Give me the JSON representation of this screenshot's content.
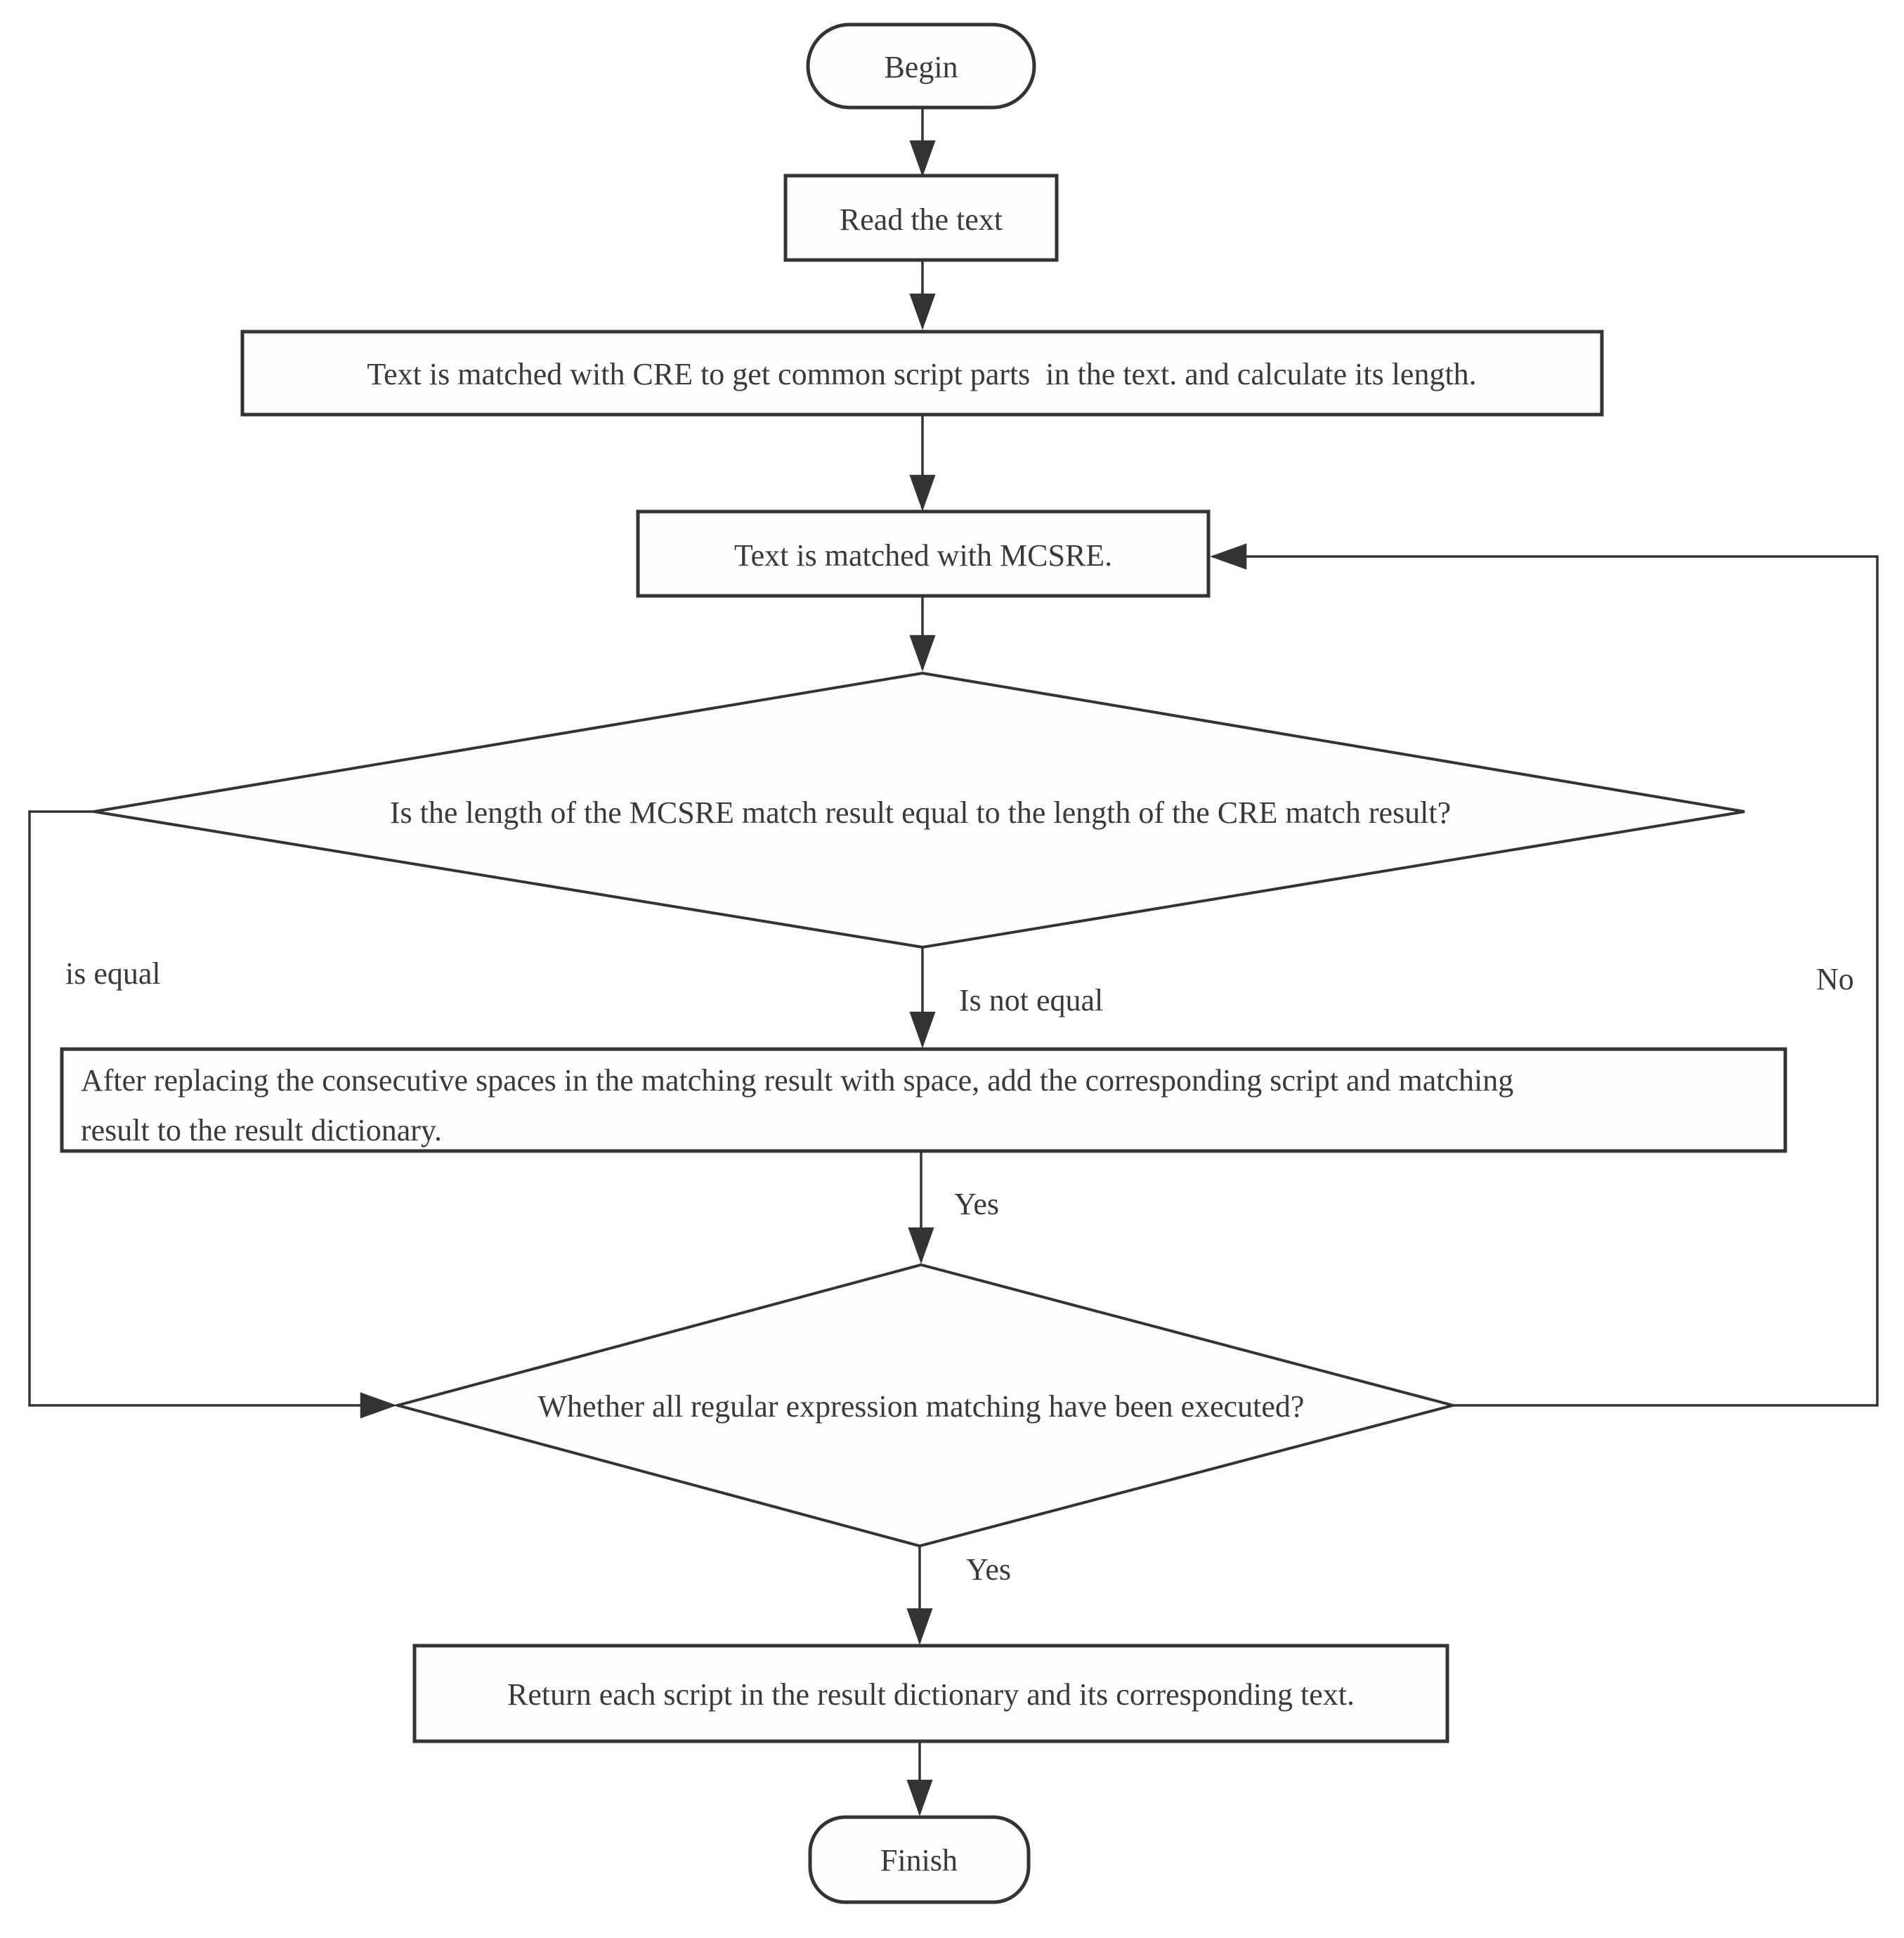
{
  "flowchart": {
    "colors": {
      "stroke": "#333333",
      "text": "#3a3a3a",
      "background": "#ffffff"
    },
    "nodes": {
      "begin": {
        "shape": "terminator",
        "label": "Begin"
      },
      "read_text": {
        "shape": "process",
        "label": "Read the text"
      },
      "match_cre": {
        "shape": "process",
        "label": "Text is matched with CRE to get common script parts  in the text. and calculate its length."
      },
      "match_mcsre": {
        "shape": "process",
        "label": "Text is matched with MCSRE."
      },
      "decision_length_equal": {
        "shape": "decision",
        "label": "Is the length of the MCSRE match result equal to the length of the CRE match result?"
      },
      "add_to_dictionary": {
        "shape": "process",
        "lines": [
          "After replacing the consecutive spaces in the matching result with space, add the corresponding script and matching",
          "result to the result dictionary."
        ]
      },
      "decision_all_executed": {
        "shape": "decision",
        "label": "Whether all regular expression matching have been executed?"
      },
      "return_results": {
        "shape": "process",
        "label": "Return each script in the result dictionary and its corresponding text."
      },
      "finish": {
        "shape": "terminator",
        "label": "Finish"
      }
    },
    "edge_labels": {
      "is_equal": "is equal",
      "is_not_equal": "Is not equal",
      "yes_to_decision": "Yes",
      "no_loop": "No",
      "yes_to_return": "Yes"
    }
  }
}
